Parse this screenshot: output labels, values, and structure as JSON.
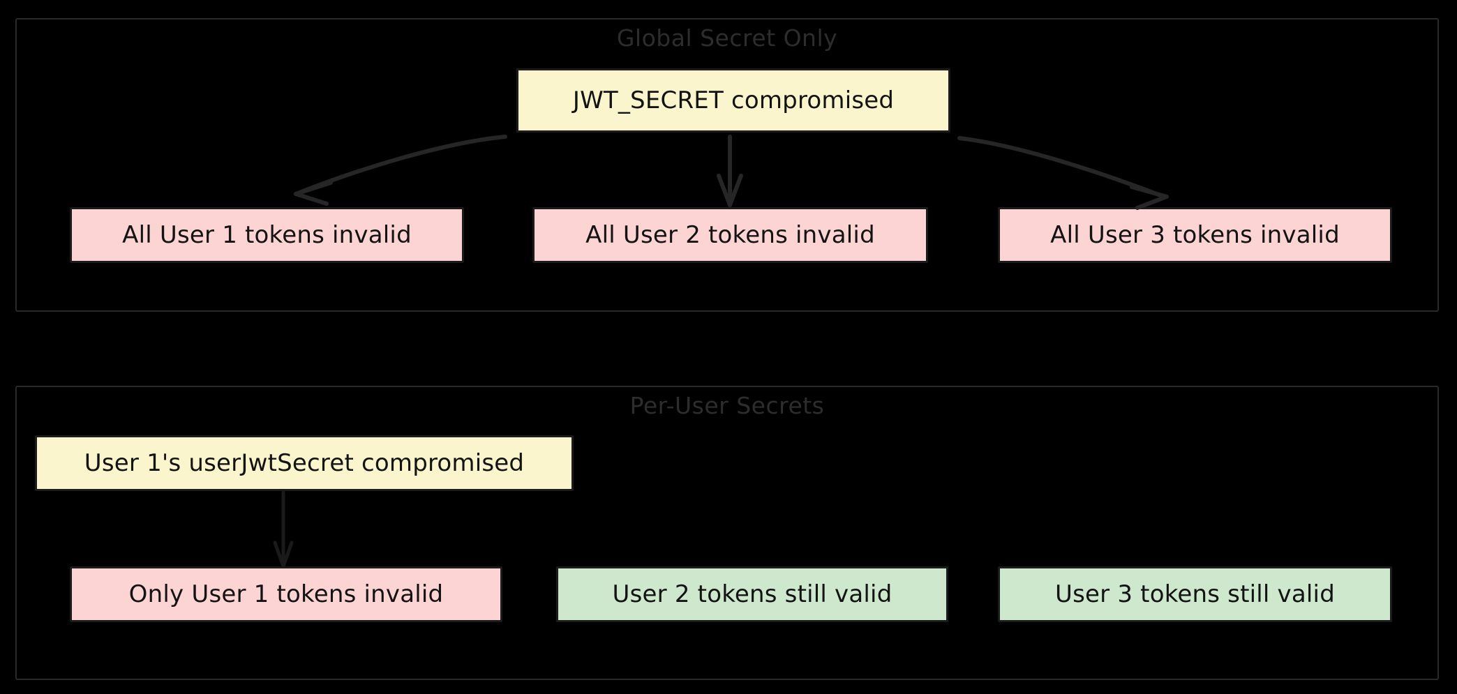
{
  "diagram": {
    "type": "flowchart",
    "background_color": "#000000",
    "palette": {
      "yellow_fill": "#fbf5cd",
      "pink_fill": "#fcd4d4",
      "green_fill": "#cde8cd",
      "node_stroke": "#1b1b1b",
      "container_stroke": "#2a2a2a",
      "edge_color": "#262626",
      "title_color": "#2d2d2d",
      "node_text_color": "#131313"
    },
    "sections": [
      {
        "id": "global-secret-only",
        "title": "Global Secret Only",
        "source_node": {
          "id": "jwt-secret-compromised",
          "label": "JWT_SECRET compromised",
          "style": "yellow"
        },
        "result_nodes": [
          {
            "id": "user-1-all-invalid",
            "label": "All User 1 tokens invalid",
            "style": "pink"
          },
          {
            "id": "user-2-all-invalid",
            "label": "All User 2 tokens invalid",
            "style": "pink"
          },
          {
            "id": "user-3-all-invalid",
            "label": "All User 3 tokens invalid",
            "style": "pink"
          }
        ],
        "edges": [
          {
            "from": "jwt-secret-compromised",
            "to": "user-1-all-invalid"
          },
          {
            "from": "jwt-secret-compromised",
            "to": "user-2-all-invalid"
          },
          {
            "from": "jwt-secret-compromised",
            "to": "user-3-all-invalid"
          }
        ]
      },
      {
        "id": "per-user-secrets",
        "title": "Per-User Secrets",
        "source_node": {
          "id": "user-1-secret-compromised",
          "label": "User 1's userJwtSecret compromised",
          "style": "yellow"
        },
        "result_nodes": [
          {
            "id": "only-user-1-invalid",
            "label": "Only User 1 tokens invalid",
            "style": "pink"
          },
          {
            "id": "user-2-still-valid",
            "label": "User 2 tokens still valid",
            "style": "green"
          },
          {
            "id": "user-3-still-valid",
            "label": "User 3 tokens still valid",
            "style": "green"
          }
        ],
        "edges": [
          {
            "from": "user-1-secret-compromised",
            "to": "only-user-1-invalid"
          }
        ]
      }
    ]
  }
}
